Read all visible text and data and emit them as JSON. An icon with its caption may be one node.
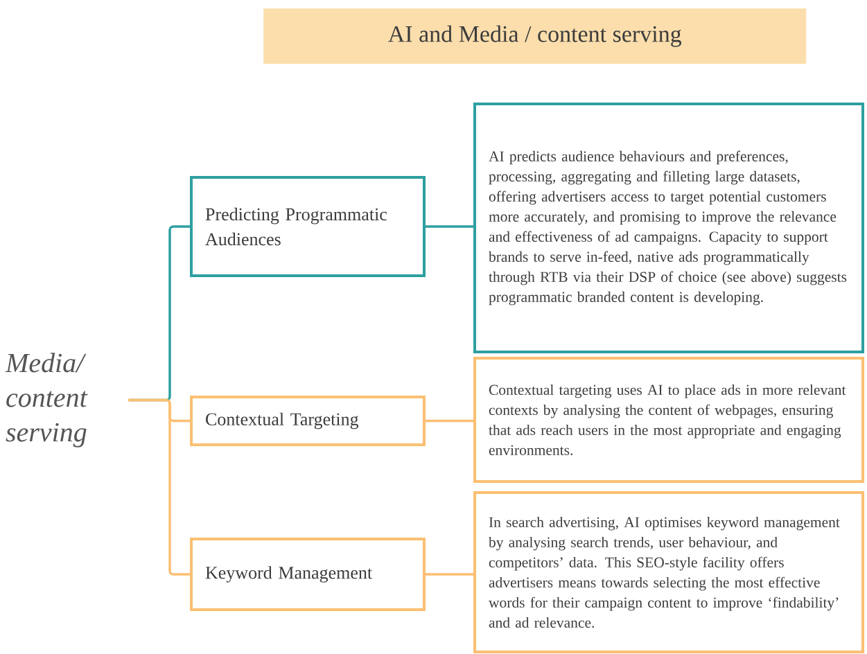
{
  "diagram": {
    "title": "AI and Media / content serving",
    "nodes": [
      {
        "text": [
          "Media/ content serving"
        ]
      },
      {
        "text": [
          "Predicting Programmatic Audiences"
        ]
      },
      {
        "text": [
          "AI predicts audience behaviours and preferences, processing, aggregating and filleting large datasets, offering advertisers access to target potential customers more accurately, and promising to improve the relevance and effectiveness of ad campaigns. Capacity to support brands to serve in-feed, native ads programmatically through RTB via their DSP of choice (see above) suggests programmatic branded content is developing."
        ]
      },
      {
        "text": [
          "Contextual Targeting"
        ]
      },
      {
        "text": [
          "Contextual targeting uses AI to place ads in more relevant contexts by analysing the content of webpages, ensuring that ads reach users in the most appropriate and engaging environments."
        ]
      },
      {
        "text": [
          "Keyword Management"
        ]
      },
      {
        "text": [
          "In search advertising, AI optimises keyword management by analysing search trends, user behaviour, and competitors’ data. This SEO-style facility offers advertisers means towards selecting the most effective words for their campaign content to improve ‘findability’ and ad relevance."
        ]
      }
    ],
    "edges": [
      {
        "from": 0,
        "to": 1,
        "arrow": "none",
        "color": "#2e9fa0"
      },
      {
        "from": 0,
        "to": 3,
        "arrow": "none"
      },
      {
        "from": 0,
        "to": 5,
        "arrow": "none"
      },
      {
        "from": 1,
        "to": 2,
        "arrow": "none",
        "color": "#2e9fa0"
      },
      {
        "from": 3,
        "to": 4,
        "arrow": "none"
      },
      {
        "from": 5,
        "to": 6,
        "arrow": "none"
      }
    ]
  }
}
